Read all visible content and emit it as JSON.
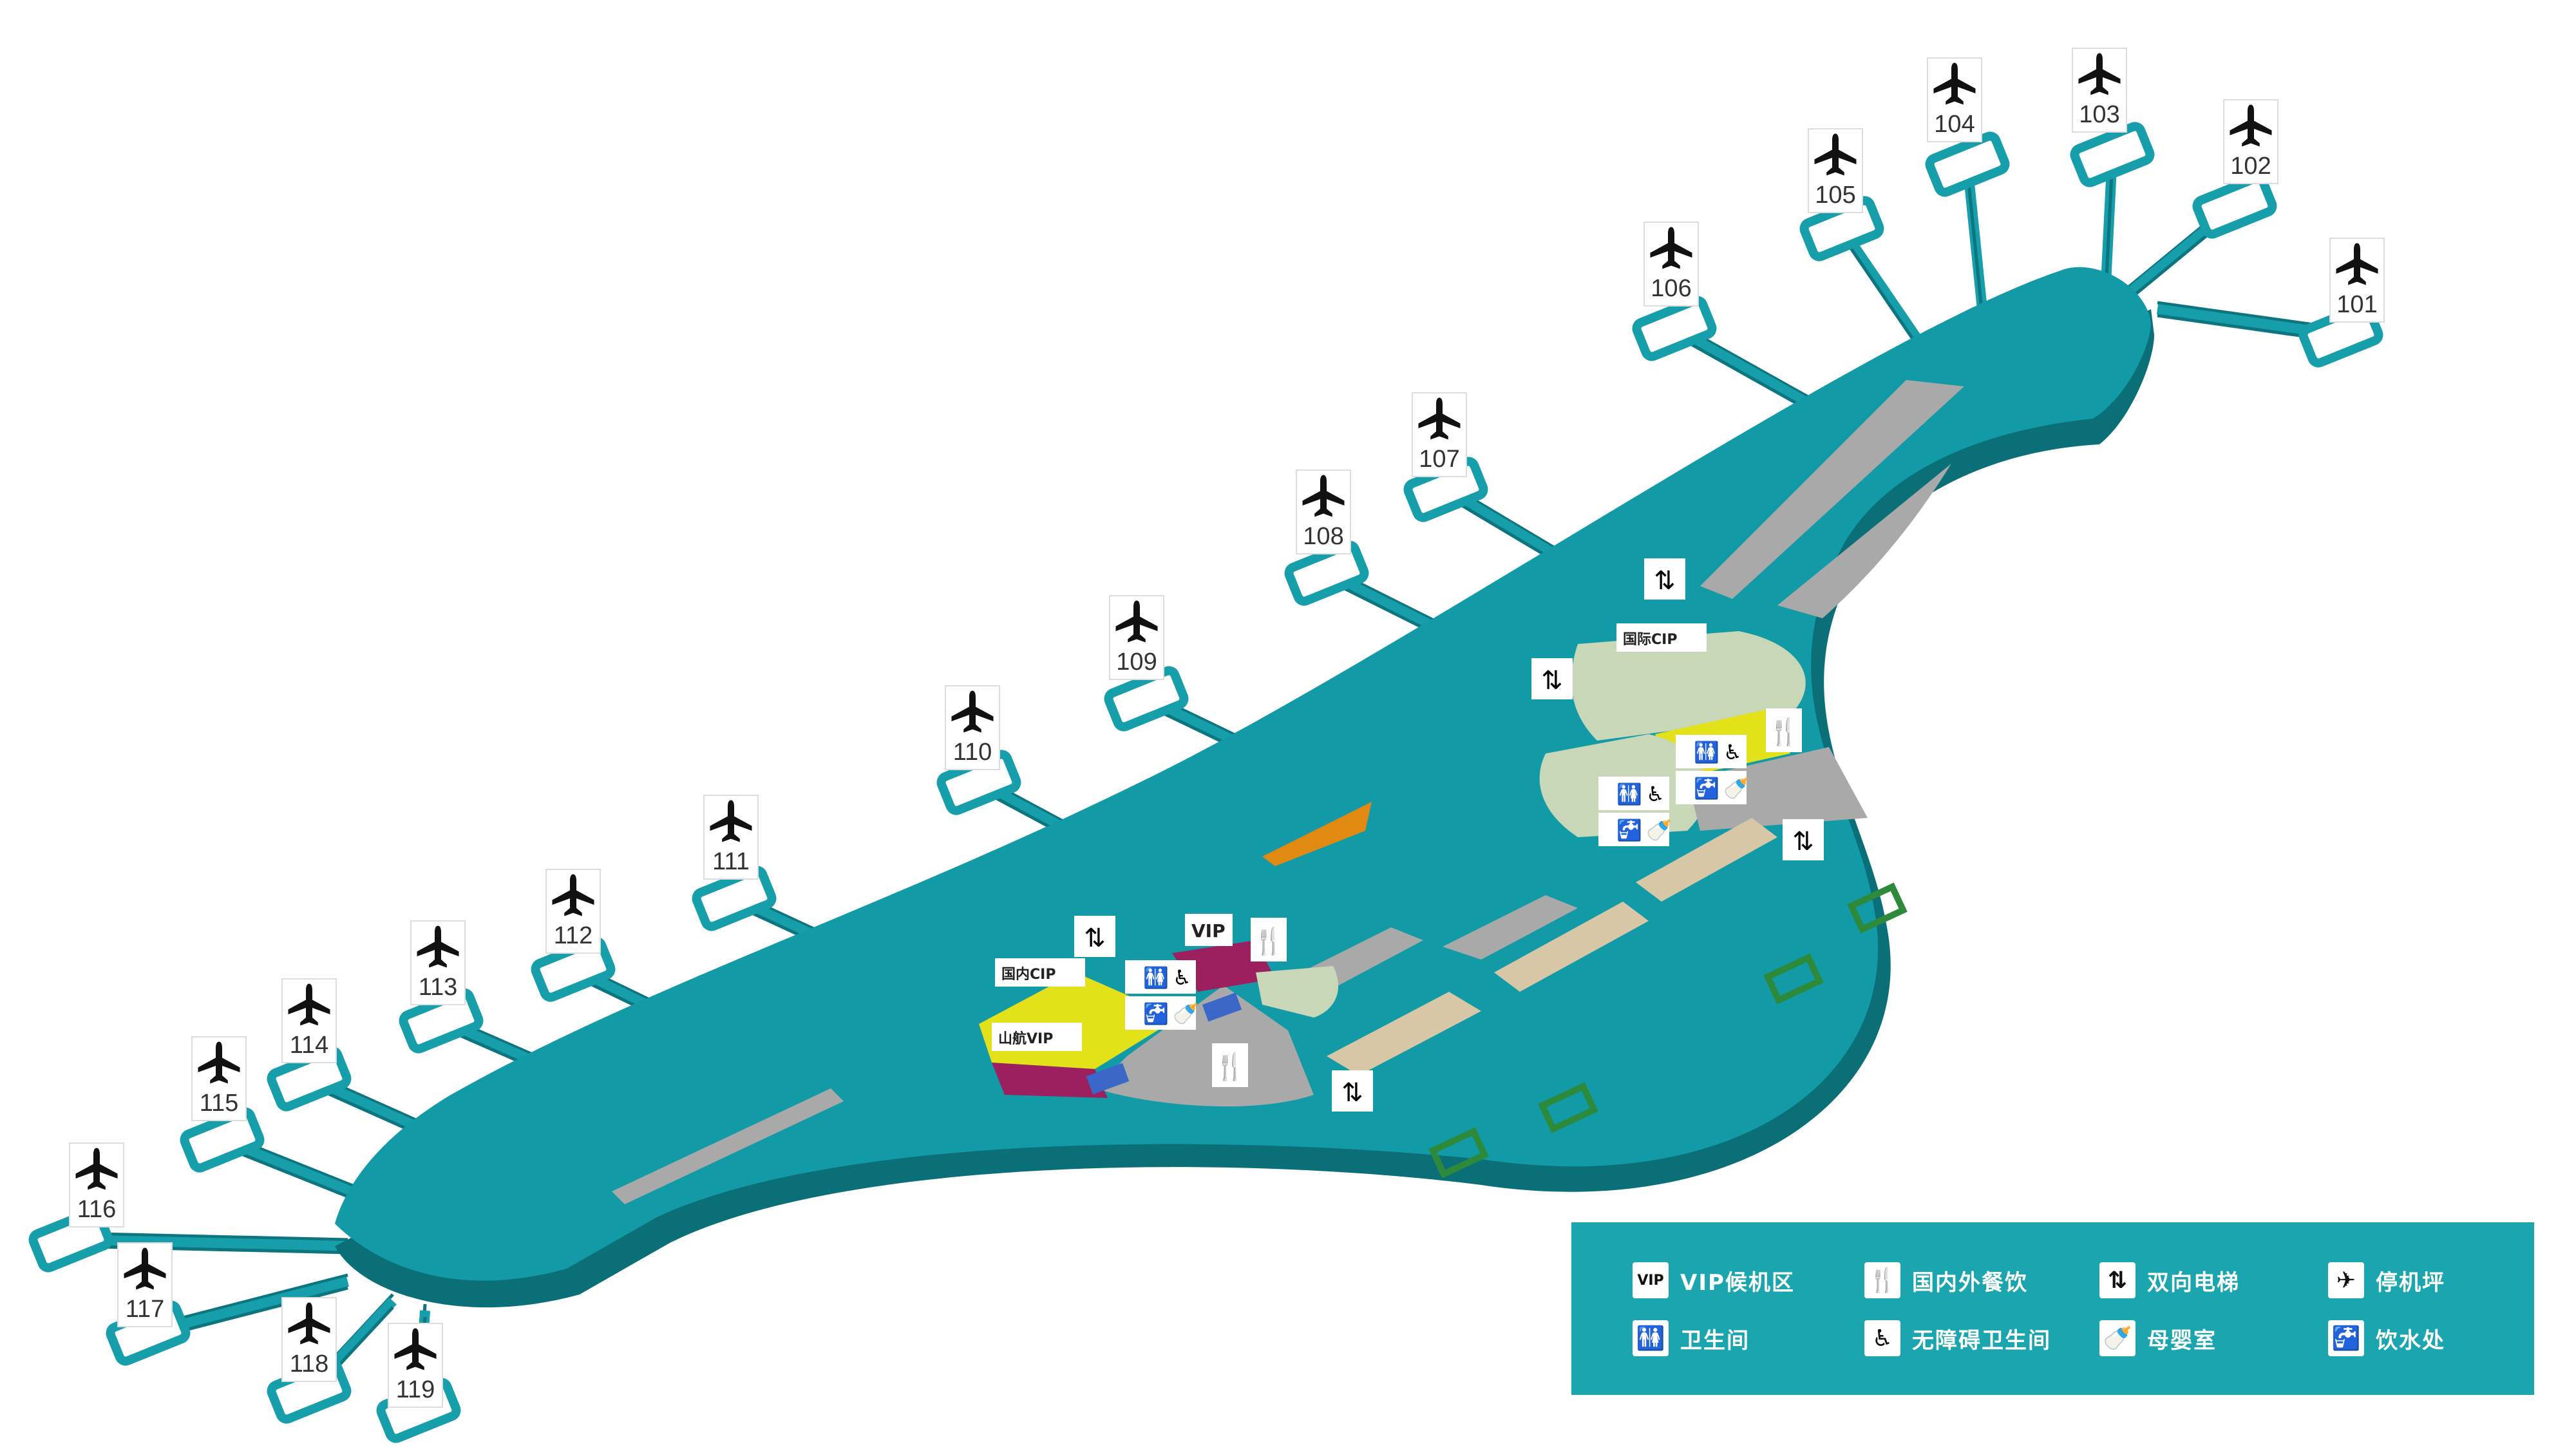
{
  "map": {
    "colors": {
      "terminal": "#129aa6",
      "terminal_side": "#0b6f78",
      "corridor": "#169fab",
      "corridor_stroke": "#0c7580",
      "ground": "#a9a9a9",
      "yellow": "#e3e11a",
      "magenta": "#9c1f5f",
      "cip_green": "#c8d7b8",
      "tan": "#d7c7a6",
      "orange": "#e08a12",
      "blue_desk": "#3a67c8",
      "exit_green": "#2d8a3a"
    },
    "gates": [
      {
        "id": "101",
        "label": "101"
      },
      {
        "id": "102",
        "label": "102"
      },
      {
        "id": "103",
        "label": "103"
      },
      {
        "id": "104",
        "label": "104"
      },
      {
        "id": "105",
        "label": "105"
      },
      {
        "id": "106",
        "label": "106"
      },
      {
        "id": "107",
        "label": "107"
      },
      {
        "id": "108",
        "label": "108"
      },
      {
        "id": "109",
        "label": "109"
      },
      {
        "id": "110",
        "label": "110"
      },
      {
        "id": "111",
        "label": "111"
      },
      {
        "id": "112",
        "label": "112"
      },
      {
        "id": "113",
        "label": "113"
      },
      {
        "id": "114",
        "label": "114"
      },
      {
        "id": "115",
        "label": "115"
      },
      {
        "id": "116",
        "label": "116"
      },
      {
        "id": "117",
        "label": "117"
      },
      {
        "id": "118",
        "label": "118"
      },
      {
        "id": "119",
        "label": "119"
      }
    ],
    "area_labels": {
      "intl_cip": "国际CIP",
      "domestic_cip": "国内CIP",
      "shanhang_vip": "山航VIP",
      "vip": "VIP"
    }
  },
  "legend": {
    "items": [
      {
        "icon": "VIP",
        "icon_name": "vip-icon",
        "label": "VIP候机区"
      },
      {
        "icon": "🍴",
        "icon_name": "restaurant-icon",
        "label": "国内外餐饮"
      },
      {
        "icon": "⇅",
        "icon_name": "escalator-icon",
        "label": "双向电梯"
      },
      {
        "icon": "✈",
        "icon_name": "airplane-icon",
        "label": "停机坪"
      },
      {
        "icon": "🚻",
        "icon_name": "restroom-icon",
        "label": "卫生间"
      },
      {
        "icon": "♿",
        "icon_name": "accessible-restroom-icon",
        "label": "无障碍卫生间"
      },
      {
        "icon": "🍼",
        "icon_name": "nursery-icon",
        "label": "母婴室"
      },
      {
        "icon": "🚰",
        "icon_name": "drinking-water-icon",
        "label": "饮水处"
      }
    ]
  }
}
